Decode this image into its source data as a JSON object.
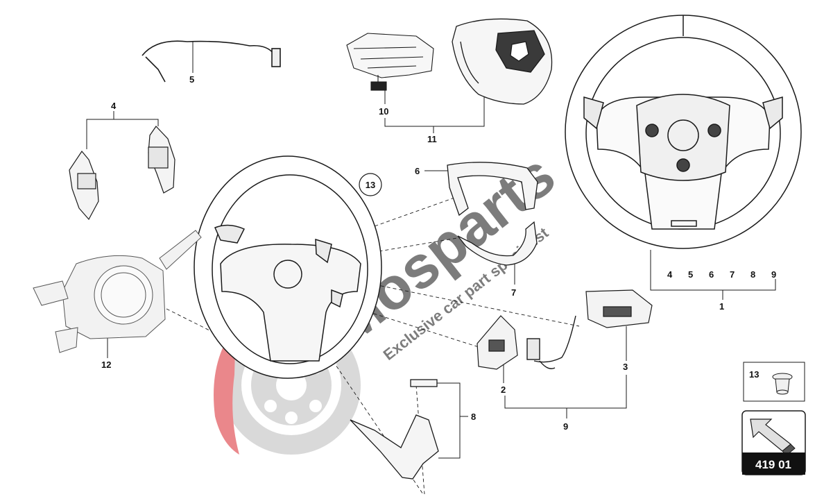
{
  "callouts": {
    "p1": "1",
    "p2": "2",
    "p3": "3",
    "p4": "4",
    "p5": "5",
    "p6": "6",
    "p7": "7",
    "p8": "8",
    "p9": "9",
    "p10": "10",
    "p11": "11",
    "p12": "12",
    "p13_circle": "13"
  },
  "group1_items": [
    "4",
    "5",
    "6",
    "7",
    "8",
    "9"
  ],
  "legend_box": {
    "label": "13"
  },
  "diagram_number": "419 01",
  "watermark": {
    "brand": "Mosparts",
    "tagline": "Exclusive car part specialist"
  },
  "colors": {
    "line": "#1a1a1a",
    "watermark_red": "#d9262c",
    "watermark_gray": "#9a9a9a"
  }
}
